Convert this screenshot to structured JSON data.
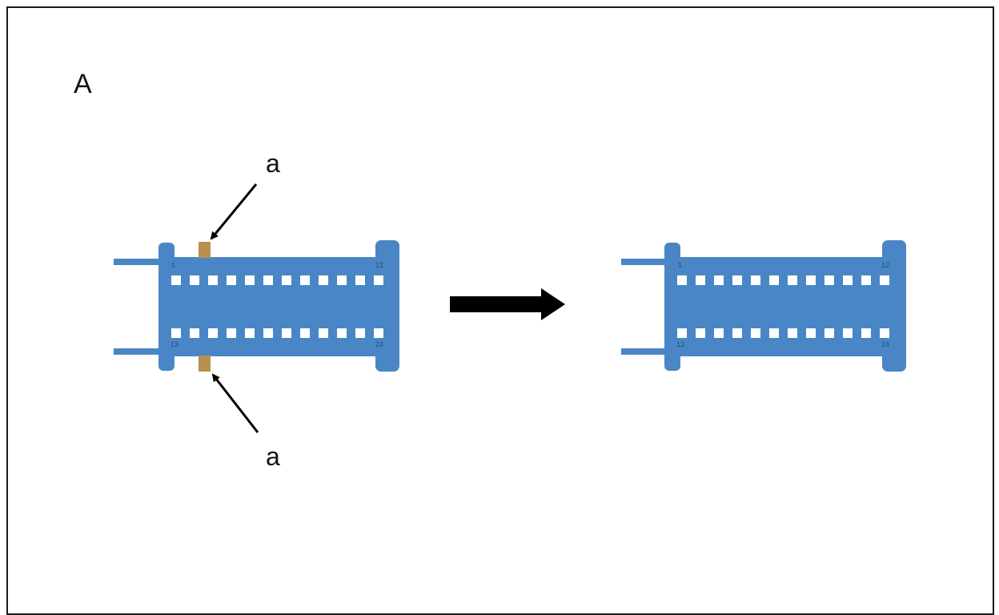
{
  "figure": {
    "panel_label": "A",
    "callout_label": "a",
    "colors": {
      "connector_blue": "#4a86c5",
      "connector_edge": "#3a70aa",
      "lock_tab": "#b8914f",
      "arrow": "#000000",
      "frame": "#1a1a1a"
    },
    "before_connector": {
      "pin_labels": {
        "top_left": "1",
        "top_right": "12",
        "bottom_left": "13",
        "bottom_right": "24"
      },
      "lock_tabs": 2
    },
    "after_connector": {
      "pin_labels": {
        "top_left": "1",
        "top_right": "12",
        "bottom_left": "13",
        "bottom_right": "24"
      },
      "lock_tabs": 0
    },
    "transition": "right-arrow-icon"
  }
}
